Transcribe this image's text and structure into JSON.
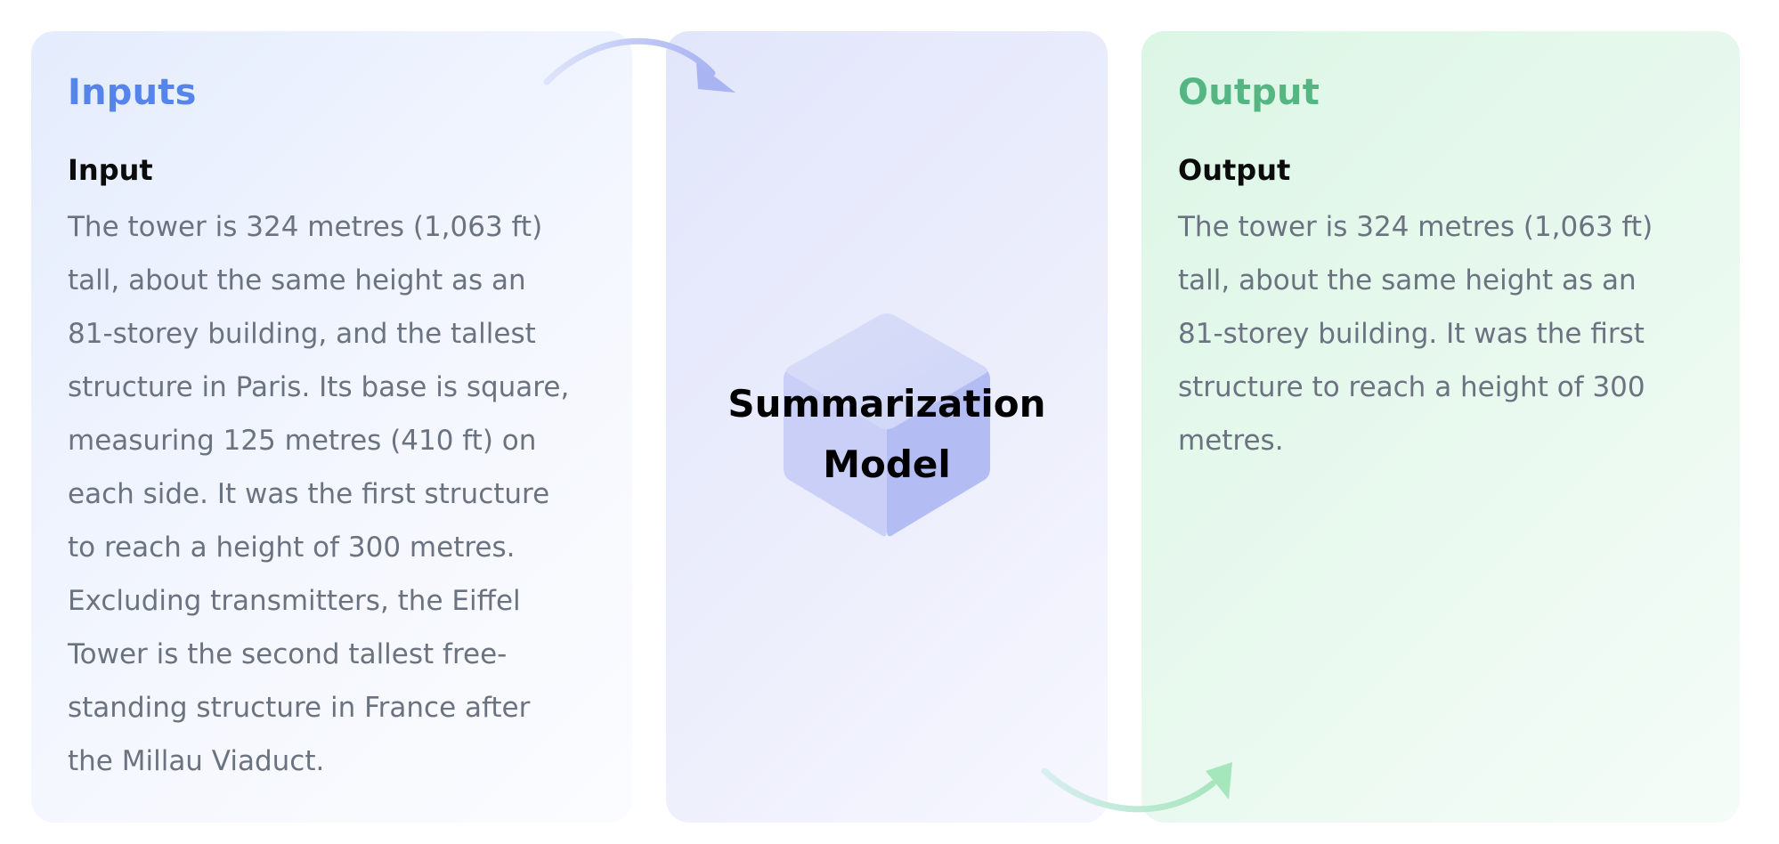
{
  "inputs_panel": {
    "title": "Inputs",
    "section_label": "Input",
    "text_lines": [
      "The tower is 324 metres (1,063 ft)",
      "tall, about the same height as an",
      "81-storey building, and the tallest",
      "structure in Paris. Its base is square,",
      "measuring 125 metres (410 ft) on",
      "each side. It was the first structure",
      "to reach a height of 300 metres.",
      "Excluding transmitters, the Eiffel",
      "Tower is the second tallest free-",
      "standing structure in France after",
      "the Millau Viaduct."
    ]
  },
  "model_panel": {
    "label_lines": [
      "Summarization",
      "Model"
    ],
    "icon": "cube-icon"
  },
  "output_panel": {
    "title": "Output",
    "section_label": "Output",
    "text_lines": [
      "The tower is 324 metres (1,063 ft)",
      "tall, about the same height as an",
      "81-storey building. It was the first",
      "structure to reach a height of 300",
      "metres."
    ]
  },
  "colors": {
    "inputs_accent": "#5584ea",
    "output_accent": "#55b683",
    "model_accent": "#a8b2f2",
    "body_text": "#6b7280"
  },
  "icons": [
    "flow-arrow-icon",
    "cube-icon"
  ]
}
